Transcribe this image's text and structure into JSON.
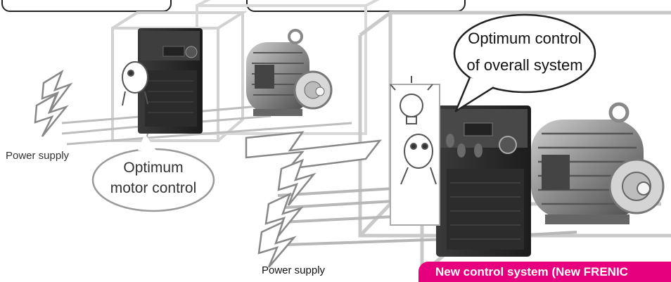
{
  "left_system": {
    "bubble_text": [
      "Optimum",
      "motor control"
    ],
    "power_label": "Power supply"
  },
  "right_system": {
    "bubble_text": [
      "Optimum control",
      "of overall system"
    ],
    "power_label": "Power supply",
    "caption": "New control system (New FRENIC"
  },
  "colors": {
    "caption_bg": "#e6007e",
    "device_dark": "#2a2a2a",
    "cabinet_line": "#c9c9c9"
  }
}
